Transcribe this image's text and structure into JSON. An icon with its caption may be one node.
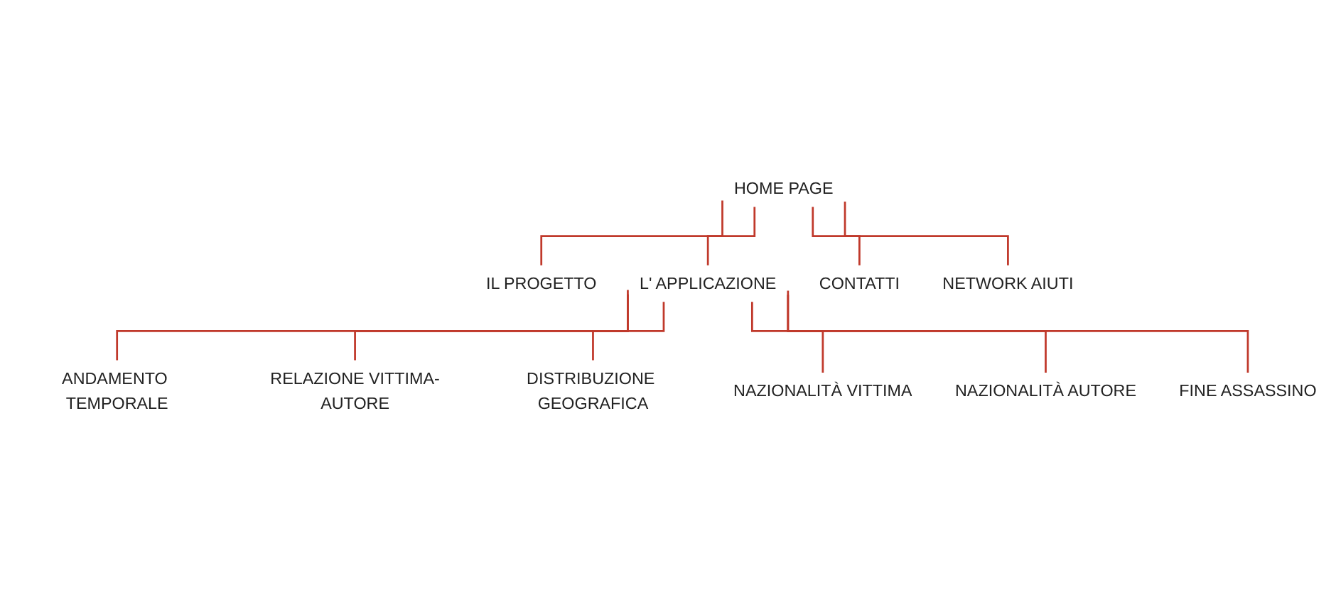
{
  "diagram": {
    "nodes": [
      {
        "text": [
          "HOME PAGE"
        ]
      },
      {
        "text": [
          "IL PROGETTO"
        ]
      },
      {
        "text": [
          "L' APPLICAZIONE"
        ]
      },
      {
        "text": [
          "CONTATTI"
        ]
      },
      {
        "text": [
          "NETWORK AIUTI"
        ]
      },
      {
        "text": [
          "ANDAMENTO TEMPORALE"
        ]
      },
      {
        "text": [
          "RELAZIONE VITTIMA-AUTORE"
        ]
      },
      {
        "text": [
          "DISTRIBUZIONE GEOGRAFICA"
        ]
      },
      {
        "text": [
          "NAZIONALITÀ VITTIMA"
        ]
      },
      {
        "text": [
          "NAZIONALITÀ AUTORE"
        ]
      },
      {
        "text": [
          "FINE ASSASSINO"
        ]
      }
    ],
    "edges": [
      {
        "from": 0,
        "to": 1,
        "arrow": "none"
      },
      {
        "from": 0,
        "to": 2,
        "arrow": "none"
      },
      {
        "from": 0,
        "to": 3,
        "arrow": "none"
      },
      {
        "from": 0,
        "to": 4,
        "arrow": "none"
      },
      {
        "from": 2,
        "to": 5,
        "arrow": "none"
      },
      {
        "from": 2,
        "to": 6,
        "arrow": "none"
      },
      {
        "from": 2,
        "to": 7,
        "arrow": "none"
      },
      {
        "from": 2,
        "to": 8,
        "arrow": "none"
      },
      {
        "from": 2,
        "to": 9,
        "arrow": "none"
      },
      {
        "from": 2,
        "to": 10,
        "arrow": "none"
      }
    ]
  }
}
